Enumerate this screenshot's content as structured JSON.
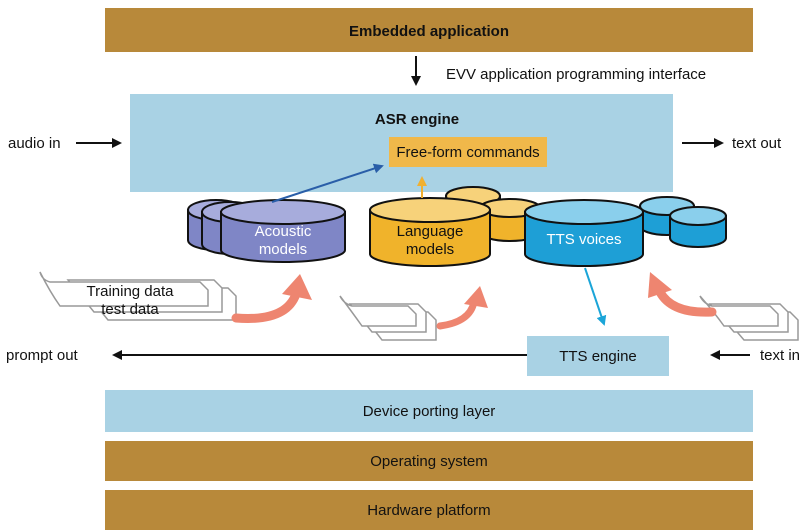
{
  "layers": {
    "embedded_application": "Embedded application",
    "api": "EVV application programming interface",
    "asr_engine": "ASR engine",
    "free_form_commands": "Free-form commands",
    "tts_engine": "TTS engine",
    "device_porting_layer": "Device porting layer",
    "operating_system": "Operating system",
    "hardware_platform": "Hardware platform"
  },
  "models": {
    "acoustic": [
      "Acoustic",
      "models"
    ],
    "language": [
      "Language",
      "models"
    ],
    "tts_voices": "TTS voices"
  },
  "data_docs": [
    "Training data",
    "test data"
  ],
  "io": {
    "audio_in": "audio in",
    "text_out": "text out",
    "prompt_out": "prompt out",
    "text_in": "text in"
  },
  "colors": {
    "brown_bar": "#B8893A",
    "light_blue": "#A9D2E4",
    "orange_box": "#F0B84A",
    "acoustic_purple": "#7F86C6",
    "language_yellow": "#F0B32B",
    "tts_blue": "#1E9FD6",
    "salmon_arrow": "#EE8570",
    "dark_blue_arrow": "#2A5EA8",
    "cyan_arrow": "#1BA5D8",
    "orange_arrow": "#F0B030"
  }
}
